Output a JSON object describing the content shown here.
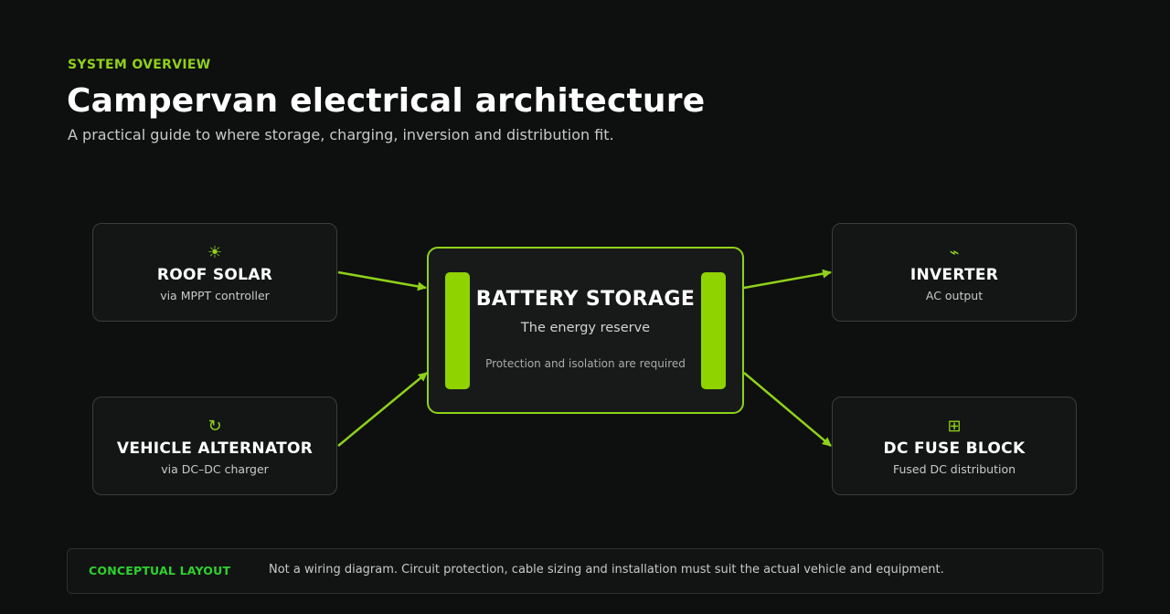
{
  "header": {
    "eyebrow": "SYSTEM OVERVIEW",
    "title": "Campervan electrical architecture",
    "subtitle": "A practical guide to where storage, charging, inversion and distribution fit."
  },
  "diagram": {
    "accent_color": "#8fd11a",
    "center": {
      "name": "BATTERY STORAGE",
      "subtitle": "The energy reserve",
      "note": "Protection and isolation are required"
    },
    "inputs": [
      {
        "icon": "☀",
        "icon_name": "sun-icon",
        "name": "ROOF SOLAR",
        "description": "via MPPT controller"
      },
      {
        "icon": "↻",
        "icon_name": "refresh-icon",
        "name": "VEHICLE ALTERNATOR",
        "description": "via DC–DC charger"
      }
    ],
    "outputs": [
      {
        "icon": "⌁",
        "icon_name": "lightning-icon",
        "name": "INVERTER",
        "description": "AC output"
      },
      {
        "icon": "⊞",
        "icon_name": "fuse-block-icon",
        "name": "DC FUSE BLOCK",
        "description": "Fused DC distribution"
      }
    ],
    "edges": [
      {
        "from": "ROOF SOLAR",
        "to": "BATTERY STORAGE"
      },
      {
        "from": "VEHICLE ALTERNATOR",
        "to": "BATTERY STORAGE"
      },
      {
        "from": "BATTERY STORAGE",
        "to": "INVERTER"
      },
      {
        "from": "BATTERY STORAGE",
        "to": "DC FUSE BLOCK"
      }
    ]
  },
  "footer": {
    "tag": "CONCEPTUAL LAYOUT",
    "note": "Not a wiring diagram. Circuit protection, cable sizing and installation must suit the actual vehicle and equipment."
  }
}
